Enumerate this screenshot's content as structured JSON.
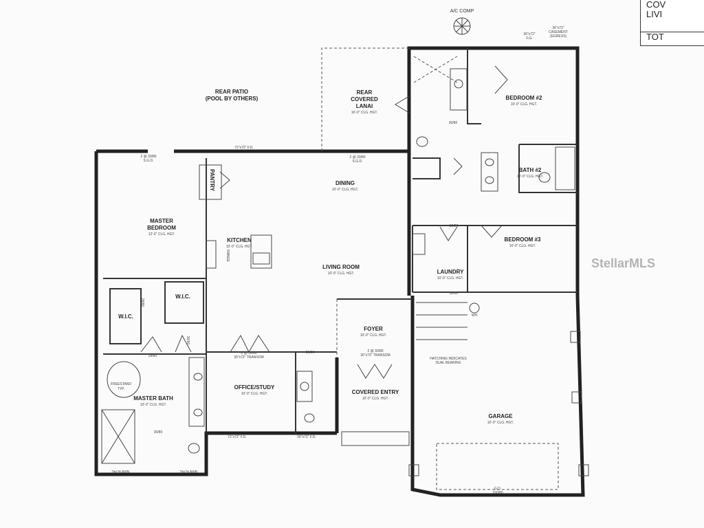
{
  "legend": {
    "line1": "COV",
    "line2": "LIVI",
    "line3": "TOT"
  },
  "watermark": "StellarMLS",
  "equipment": {
    "ac": "A/C COMP"
  },
  "rooms": {
    "rear_patio": {
      "name": "REAR PATIO",
      "sub": "(POOL BY OTHERS)"
    },
    "rear_lanai": {
      "line1": "REAR",
      "line2": "COVERED",
      "line3": "LANAI",
      "ceil": "10'-0\" CLG. HGT."
    },
    "bedroom2": {
      "name": "BEDROOM #2",
      "ceil": "10'-0\" CLG. HGT."
    },
    "bath2": {
      "name": "BATH #2",
      "ceil": "10'-0\" CLG. HGT."
    },
    "bedroom3": {
      "name": "BEDROOM #3",
      "ceil": "10'-0\" CLG. HGT."
    },
    "laundry": {
      "name": "LAUNDRY",
      "ceil": "10'-0\" CLG. HGT."
    },
    "master_bedroom": {
      "line1": "MASTER",
      "line2": "BEDROOM",
      "ceil": "12'-0\" CLG. HGT."
    },
    "pantry": {
      "name": "PANTRY"
    },
    "kitchen": {
      "name": "KITCHEN",
      "ceil": "10'-0\" CLG. HGT."
    },
    "dining": {
      "name": "DINING",
      "ceil": "10'-0\" CLG. HGT."
    },
    "living": {
      "name": "LIVING ROOM",
      "ceil": "10'-0\" CLG. HGT."
    },
    "wic1": {
      "name": "W.I.C."
    },
    "wic2": {
      "name": "W.I.C."
    },
    "foyer": {
      "name": "FOYER",
      "ceil": "10'-0\" CLG. HGT."
    },
    "office": {
      "name": "OFFICE/STUDY",
      "ceil": "10'-0\" CLG. HGT."
    },
    "master_bath": {
      "name": "MASTER BATH",
      "ceil": "10'-0\" CLG. HGT."
    },
    "covered_entry": {
      "name": "COVERED ENTRY",
      "ceil": "10'-0\" CLG. HGT."
    },
    "garage": {
      "name": "GARAGE",
      "ceil": "10'-0\" CLG. HGT."
    }
  },
  "notes": {
    "patio_fd": "72\"x72\" F.D.",
    "sgd_master": "2 @ 30/80",
    "sgd_master_sub": "S.G.D.",
    "sgd_dining": "2 @ 30/80",
    "sgd_dining_sub": "S.G.D.",
    "transom_office": "2 @ 30/80",
    "transom_office_sub": "30\"x72\" TRANSOM",
    "transom_foyer": "2 @ 30/80",
    "transom_foyer_sub": "30\"x72\" TRANSOM",
    "bearing_line1": "HATCHING INDICATES",
    "bearing_line2": "DUAL BEARING",
    "office_fd": "72\"x72\" F.D.",
    "office_fd2": "26\"x72\" F.D.",
    "garage_door": "G.D.",
    "garage_door_size": "160/80",
    "freestand": "FREESTAND",
    "freestand_sub": "TYP.",
    "range": "RANGE",
    "wh": "WH",
    "awn1": "24x24 AWN.",
    "awn2": "24x24 AWN.",
    "door_3080_a": "30/80",
    "door_2880_a": "28/80",
    "door_2880_b": "28/80",
    "door_3080_b": "30/80",
    "door_3080_c": "30/80",
    "door_3080_d": "30/80",
    "door_2880_c": "28/80",
    "door_3080_e": "30/80",
    "bed2_window": "36\"x72\"",
    "bed2_window_sub": "F.G.",
    "bed2_casement": "36\"x72\"",
    "bed2_casement_sub": "CASEMENT",
    "bed2_casement_sub2": "(EGRESS)"
  }
}
